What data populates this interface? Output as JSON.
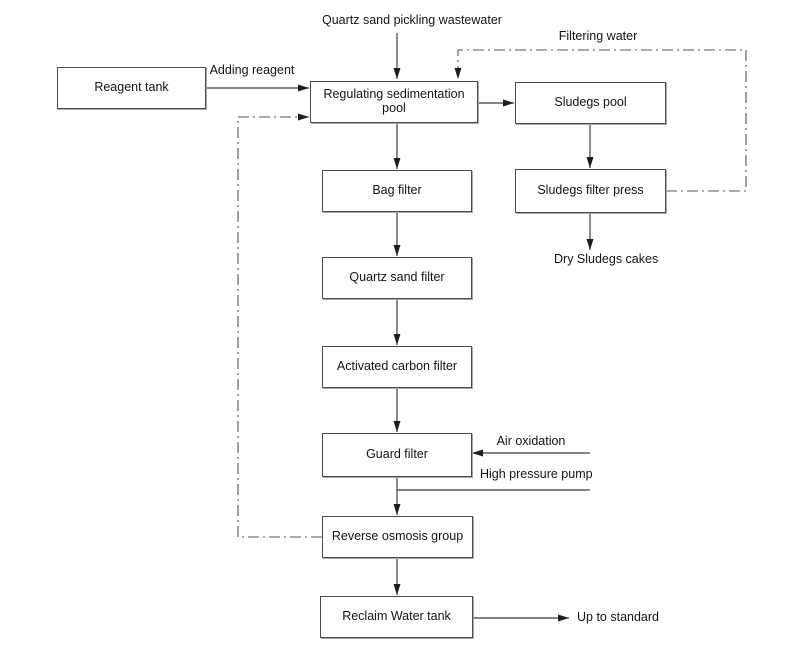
{
  "diagram": {
    "nodes": {
      "reagent_tank": "Reagent tank",
      "regulating_sedimentation_pool": "Regulating sedimentation pool",
      "sludegs_pool": "Sludegs pool",
      "bag_filter": "Bag filter",
      "sludegs_filter_press": "Sludegs filter press",
      "quartz_sand_filter": "Quartz sand filter",
      "activated_carbon_filter": "Activated carbon filter",
      "guard_filter": "Guard filter",
      "reverse_osmosis_group": "Reverse osmosis group",
      "reclaim_water_tank": "Reclaim Water tank"
    },
    "annotations": {
      "source_stream": "Quartz sand pickling wastewater",
      "filtering_water": "Filtering water",
      "adding_reagent": "Adding reagent",
      "air_oxidation": "Air oxidation",
      "high_pressure_pump": "High pressure pump",
      "dry_sludegs_cakes": "Dry Sludegs cakes",
      "up_to_standard": "Up to standard"
    },
    "edges": [
      {
        "from": "quartz_sand_pickling_wastewater",
        "to": "regulating_sedimentation_pool",
        "style": "solid"
      },
      {
        "from": "reagent_tank",
        "to": "regulating_sedimentation_pool",
        "label": "Adding reagent",
        "style": "solid"
      },
      {
        "from": "regulating_sedimentation_pool",
        "to": "bag_filter",
        "style": "solid"
      },
      {
        "from": "bag_filter",
        "to": "quartz_sand_filter",
        "style": "solid"
      },
      {
        "from": "quartz_sand_filter",
        "to": "activated_carbon_filter",
        "style": "solid"
      },
      {
        "from": "activated_carbon_filter",
        "to": "guard_filter",
        "style": "solid"
      },
      {
        "from": "guard_filter",
        "to": "reverse_osmosis_group",
        "style": "solid"
      },
      {
        "from": "reverse_osmosis_group",
        "to": "reclaim_water_tank",
        "style": "solid"
      },
      {
        "from": "regulating_sedimentation_pool",
        "to": "sludegs_pool",
        "style": "solid"
      },
      {
        "from": "sludegs_pool",
        "to": "sludegs_filter_press",
        "style": "solid"
      },
      {
        "from": "sludegs_filter_press",
        "to": "dry_sludegs_cakes",
        "style": "solid"
      },
      {
        "from": "air_oxidation",
        "to": "guard_filter",
        "style": "solid"
      },
      {
        "from": "high_pressure_pump",
        "to": "guard_filter_outlet",
        "style": "solid"
      },
      {
        "from": "reclaim_water_tank",
        "to": "up_to_standard",
        "style": "solid"
      },
      {
        "from": "sludegs_filter_press",
        "to": "regulating_sedimentation_pool",
        "label": "Filtering water",
        "style": "dash-dot"
      },
      {
        "from": "reverse_osmosis_group",
        "to": "regulating_sedimentation_pool",
        "style": "dash-dot"
      }
    ],
    "colors": {
      "line": "#3b3b3b",
      "dashdot": "#555555",
      "border": "#4c4c4c",
      "text": "#141414",
      "background": "#ffffff",
      "arrow": "#1d1d1d"
    }
  }
}
